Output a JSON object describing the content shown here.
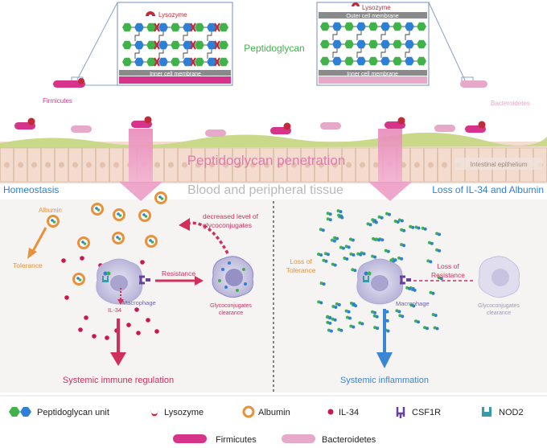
{
  "top": {
    "peptidoglycan": "Peptidoglycan",
    "left_box": {
      "lysozyme": "Lysozyme",
      "inner_membrane": "Inner  cell membrane",
      "bacterium": "Firmicutes"
    },
    "right_box": {
      "lysozyme": "Lysozyme",
      "outer_membrane": "Outer cell membrane",
      "inner_membrane": "Inner  cell membrane",
      "bacterium": "Bacteroidetes"
    }
  },
  "middle": {
    "penetration": "Peptidoglycan penetration",
    "tissue": "Blood and peripheral tissue",
    "epithelium": "Intestinal epithelium"
  },
  "left_panel": {
    "title": "Homeostasis",
    "albumin": "Albumin",
    "tolerance": "Tolerance",
    "decreased_line1": "decreased level of",
    "decreased_line2": "glycoconjugates",
    "resistance": "Resistance",
    "il34": "IL-34",
    "macrophage": "Macrophage",
    "clearance_line1": "Glycoconjugates",
    "clearance_line2": "clearance",
    "outcome": "Systemic immune regulation"
  },
  "right_panel": {
    "title": "Loss of IL-34 and Albumin",
    "loss_tolerance_line1": "Loss of",
    "loss_tolerance_line2": "Tolerance",
    "loss_resistance_line1": "Loss of",
    "loss_resistance_line2": "Resistance",
    "macrophage": "Macrophage",
    "clearance_line1": "Glycoconjugates",
    "clearance_line2": "clearance",
    "outcome": "Systemic inflammation"
  },
  "legend": {
    "peptidoglycan": "Peptidoglycan unit",
    "lysozyme": "Lysozyme",
    "albumin": "Albumin",
    "il34": "IL-34",
    "csf1r": "CSF1R",
    "nod2": "NOD2",
    "firmicutes": "Firmicutes",
    "bacteroidetes": "Bacteroidetes"
  },
  "colors": {
    "green": "#3fb24a",
    "blue": "#2e7fd6",
    "magenta": "#d6338a",
    "pink_light": "#e6a9c9",
    "lysozyme_red": "#c22a3a",
    "albumin_orange": "#e8913a",
    "il34_red": "#c8184e",
    "csf1r_purple": "#6b3fa0",
    "nod2_teal": "#3a9aa8",
    "inflam_blue": "#3b86d4",
    "outcome_red": "#d12e5c"
  }
}
